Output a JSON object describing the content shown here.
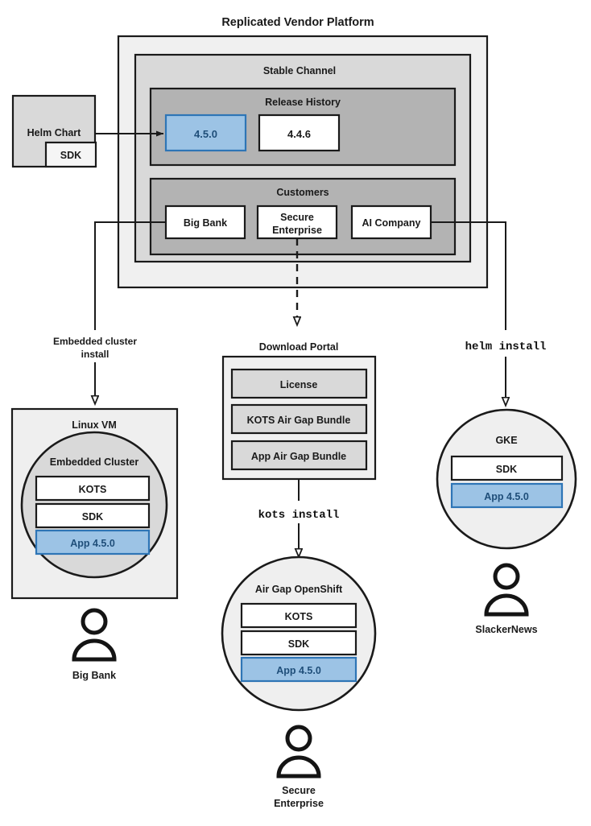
{
  "diagram": {
    "title": "Replicated Vendor Platform",
    "palette": {
      "outer_panel": "#F0F0F0",
      "mid_panel": "#D9D9D9",
      "inner_panel": "#B3B3B3",
      "white_box": "#FFFFFF",
      "blue_fill": "#9CC3E5",
      "blue_stroke": "#2E75B6",
      "blue_text": "#1F4E79",
      "stroke": "#1A1A1A",
      "circle_fill": "#EFEFEF",
      "circle_inner_fill": "#D9D9D9",
      "sdk_fill": "#F5F5F5"
    }
  },
  "platform": {
    "title": "Replicated Vendor Platform",
    "channel": {
      "title": "Stable Channel"
    },
    "release_history": {
      "title": "Release History",
      "releases": [
        {
          "version": "4.5.0",
          "highlighted": true
        },
        {
          "version": "4.4.6",
          "highlighted": false
        }
      ]
    },
    "customers": {
      "title": "Customers",
      "items": [
        {
          "name": "Big Bank"
        },
        {
          "name": "Secure\nEnterprise",
          "line1": "Secure",
          "line2": "Enterprise"
        },
        {
          "name": "AI Company"
        }
      ]
    }
  },
  "helm_chart": {
    "title": "Helm Chart",
    "sdk_label": "SDK"
  },
  "edges": {
    "helm_to_release": "",
    "bigbank_label_line1": "Embedded cluster",
    "bigbank_label_line2": "install",
    "secure_to_portal": "",
    "portal_to_openshift": "kots install",
    "ai_to_gke": "helm install"
  },
  "big_bank_branch": {
    "install_label_line1": "Embedded cluster",
    "install_label_line2": "install",
    "host_title": "Linux VM",
    "cluster_title": "Embedded Cluster",
    "components": [
      {
        "label": "KOTS",
        "highlighted": false
      },
      {
        "label": "SDK",
        "highlighted": false
      },
      {
        "label": "App 4.5.0",
        "highlighted": true
      }
    ],
    "customer_name": "Big Bank"
  },
  "download_portal": {
    "title": "Download Portal",
    "artifacts": [
      {
        "label": "License"
      },
      {
        "label": "KOTS Air Gap Bundle"
      },
      {
        "label": "App Air Gap Bundle"
      }
    ],
    "install_command": "kots install",
    "cluster_title": "Air Gap OpenShift",
    "components": [
      {
        "label": "KOTS",
        "highlighted": false
      },
      {
        "label": "SDK",
        "highlighted": false
      },
      {
        "label": "App 4.5.0",
        "highlighted": true
      }
    ],
    "customer_name_line1": "Secure",
    "customer_name_line2": "Enterprise"
  },
  "gke_branch": {
    "install_command": "helm install",
    "cluster_title": "GKE",
    "components": [
      {
        "label": "SDK",
        "highlighted": false
      },
      {
        "label": "App 4.5.0",
        "highlighted": true
      }
    ],
    "customer_name": "SlackerNews"
  }
}
